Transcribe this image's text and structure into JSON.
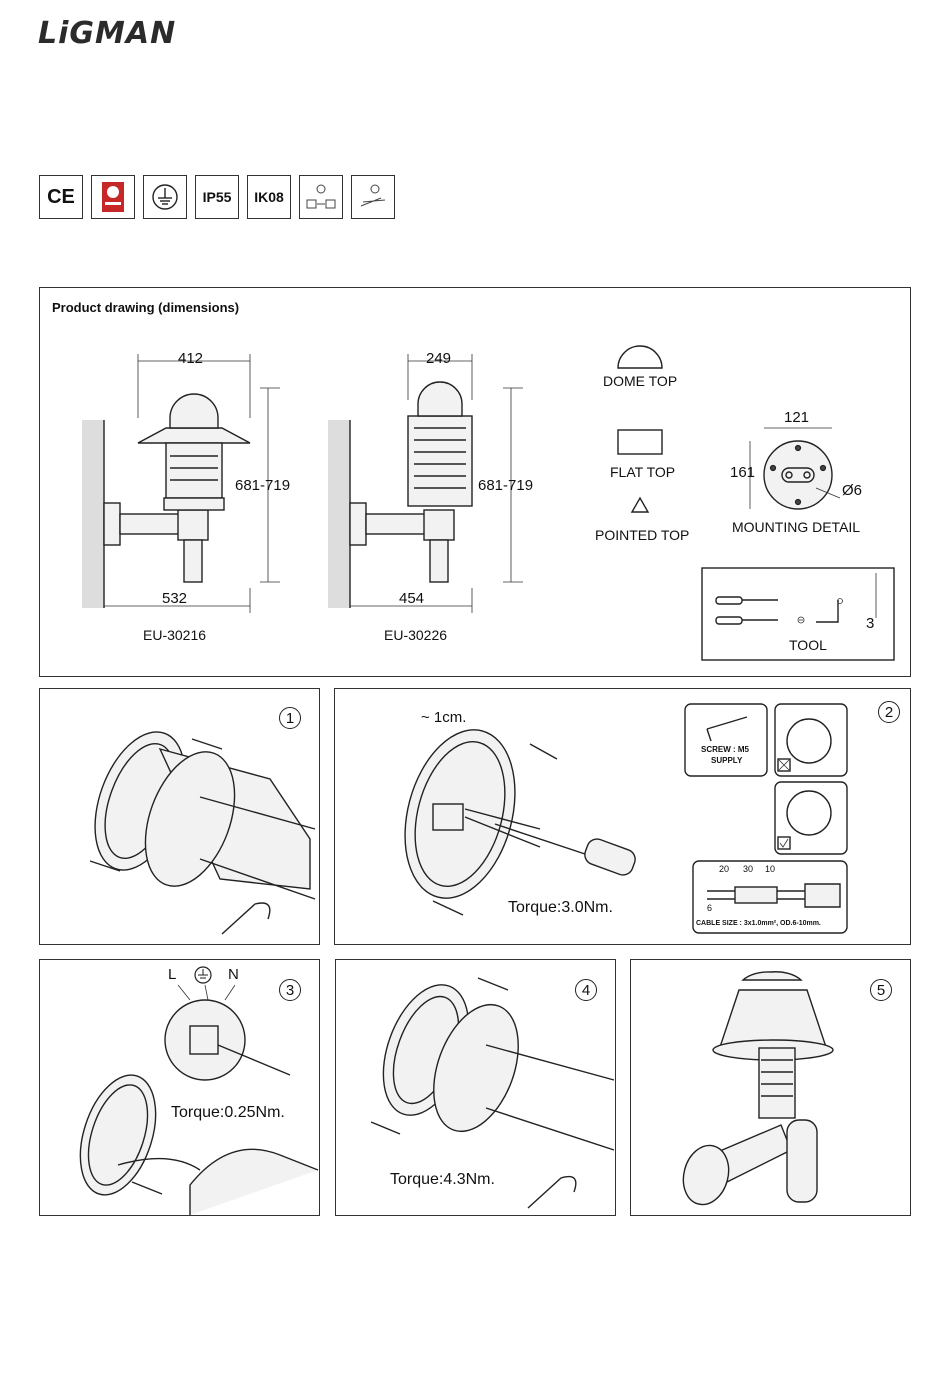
{
  "brand": {
    "logo": "LiGMAN"
  },
  "certifications": [
    {
      "label": "CE",
      "icon": "ce-mark-icon"
    },
    {
      "label": "",
      "icon": "quality-mark-icon"
    },
    {
      "label": "",
      "icon": "earth-symbol-icon"
    },
    {
      "label": "IP55",
      "icon": ""
    },
    {
      "label": "IK08",
      "icon": ""
    },
    {
      "label": "",
      "icon": "installation-person-icon"
    },
    {
      "label": "",
      "icon": "tools-icon"
    }
  ],
  "product_drawing": {
    "title": "Product drawing (dimensions)",
    "model_a": {
      "code": "EU-30216",
      "width": "412",
      "height": "681-719",
      "depth": "532"
    },
    "model_b": {
      "code": "EU-30226",
      "width": "249",
      "height": "681-719",
      "depth": "454"
    },
    "tops": {
      "dome": "DOME TOP",
      "flat": "FLAT TOP",
      "pointed": "POINTED TOP"
    },
    "mounting": {
      "label": "MOUNTING DETAIL",
      "width": "121",
      "height": "161",
      "hole": "Ø6"
    },
    "tool": {
      "label": "TOOL",
      "size": "3"
    }
  },
  "steps": [
    {
      "number": "1",
      "torque": ""
    },
    {
      "number": "2",
      "torque": "Torque:3.0Nm.",
      "gap": "~ 1cm.",
      "screw": "SCREW : M5",
      "supply": "SUPPLY",
      "cable": {
        "dims": [
          "20",
          "30",
          "10",
          "6"
        ],
        "size": "CABLE SIZE : 3x1.0mm², OD.6-10mm."
      }
    },
    {
      "number": "3",
      "torque": "Torque:0.25Nm.",
      "terminals": {
        "live": "L",
        "neutral": "N"
      }
    },
    {
      "number": "4",
      "torque": "Torque:4.3Nm."
    },
    {
      "number": "5",
      "torque": ""
    }
  ]
}
